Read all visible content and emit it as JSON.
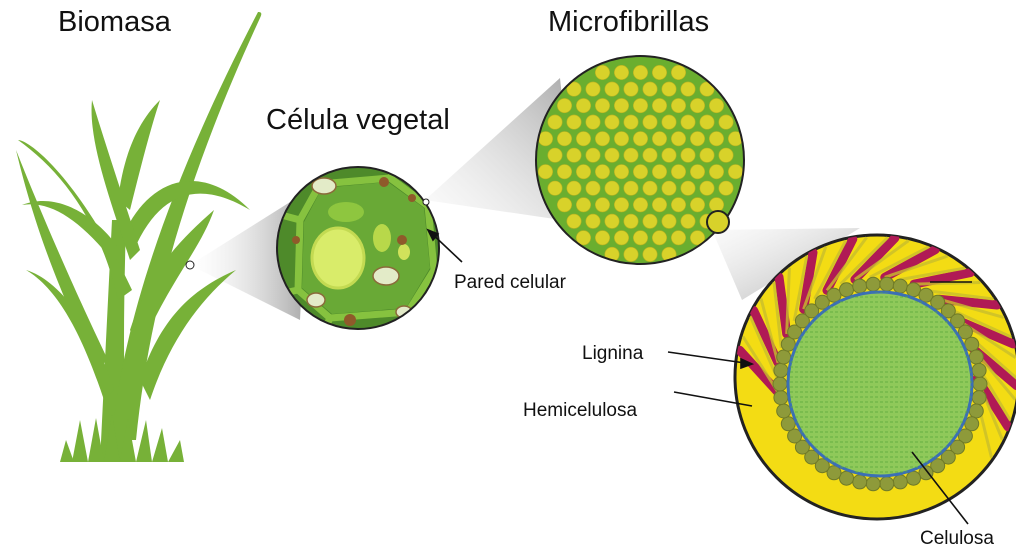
{
  "titles": {
    "biomass": "Biomasa",
    "plant_cell": "Célula vegetal",
    "microfibrils": "Microfibrillas"
  },
  "labels": {
    "cell_wall": "Pared celular",
    "lignin": "Lignina",
    "hemicellulose": "Hemicelulosa",
    "cellulose": "Celulosa"
  },
  "colors": {
    "plant_green": "#77b138",
    "cell_dark_green": "#4e8a2a",
    "cell_wall_green": "#86c23f",
    "microfibril_green": "#6aae2f",
    "microfibril_yellow": "#d8d22a",
    "lignin_yellow": "#f3dc14",
    "lignin_magenta": "#b01a55",
    "hemicellulose_olive": "#8e9a3a",
    "cellulose_green": "#8fc95a",
    "cellulose_border_blue": "#3b6fb5",
    "zoom_gray": "#c8c8c8"
  }
}
